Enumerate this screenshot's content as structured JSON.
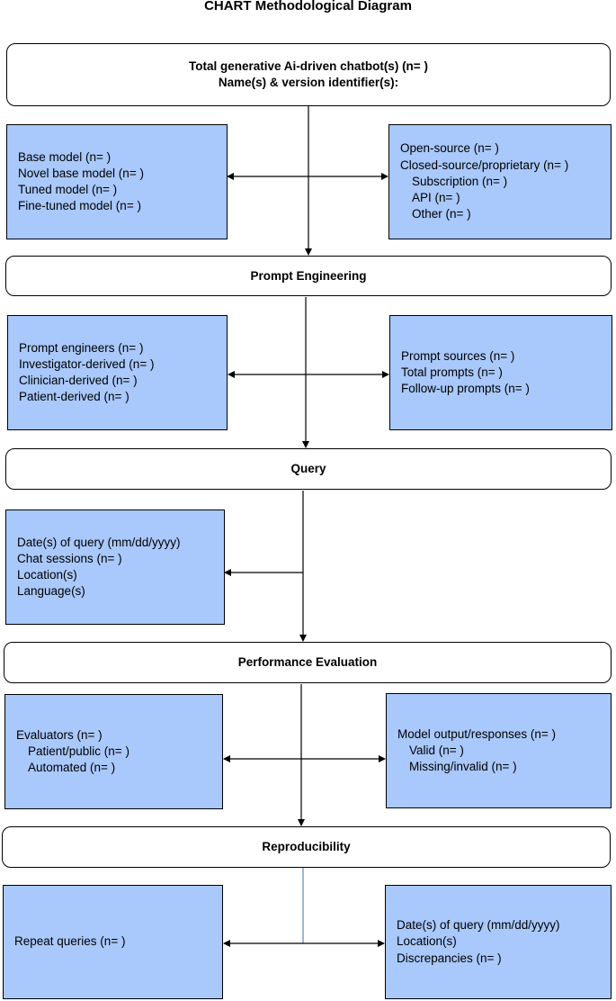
{
  "title": "CHART Methodological Diagram",
  "stages": {
    "chatbots": {
      "line1": "Total generative Ai-driven chatbot(s) (n= )",
      "line2": "Name(s) & version identifier(s):"
    },
    "prompt": "Prompt Engineering",
    "query": "Query",
    "performance": "Performance Evaluation",
    "reproducibility": "Reproducibility"
  },
  "boxes": {
    "model": [
      "Base model (n= )",
      "Novel base model (n= )",
      "Tuned model (n= )",
      "Fine-tuned model (n= )"
    ],
    "source": [
      "Open-source (n= )",
      "Closed-source/proprietary (n= )",
      "Subscription (n= )",
      "API (n= )",
      "Other (n= )"
    ],
    "engineers": [
      "Prompt engineers (n= )",
      "Investigator-derived (n= )",
      "Clinician-derived (n= )",
      "Patient-derived (n= )"
    ],
    "prompts": [
      "Prompt sources (n= )",
      "Total prompts (n= )",
      "Follow-up prompts (n= )"
    ],
    "query": [
      "Date(s) of query (mm/dd/yyyy)",
      "Chat sessions (n= )",
      "Location(s)",
      "Language(s)"
    ],
    "evaluators": [
      "Evaluators (n= )",
      "Patient/public (n= )",
      "Automated (n= )"
    ],
    "outputs": [
      "Model output/responses (n= )",
      "Valid (n= )",
      "Missing/invalid (n= )"
    ],
    "repeat": [
      "Repeat queries (n= )"
    ],
    "repro": [
      "Date(s) of query (mm/dd/yyyy)",
      "Location(s)",
      "Discrepancies (n= )"
    ]
  }
}
